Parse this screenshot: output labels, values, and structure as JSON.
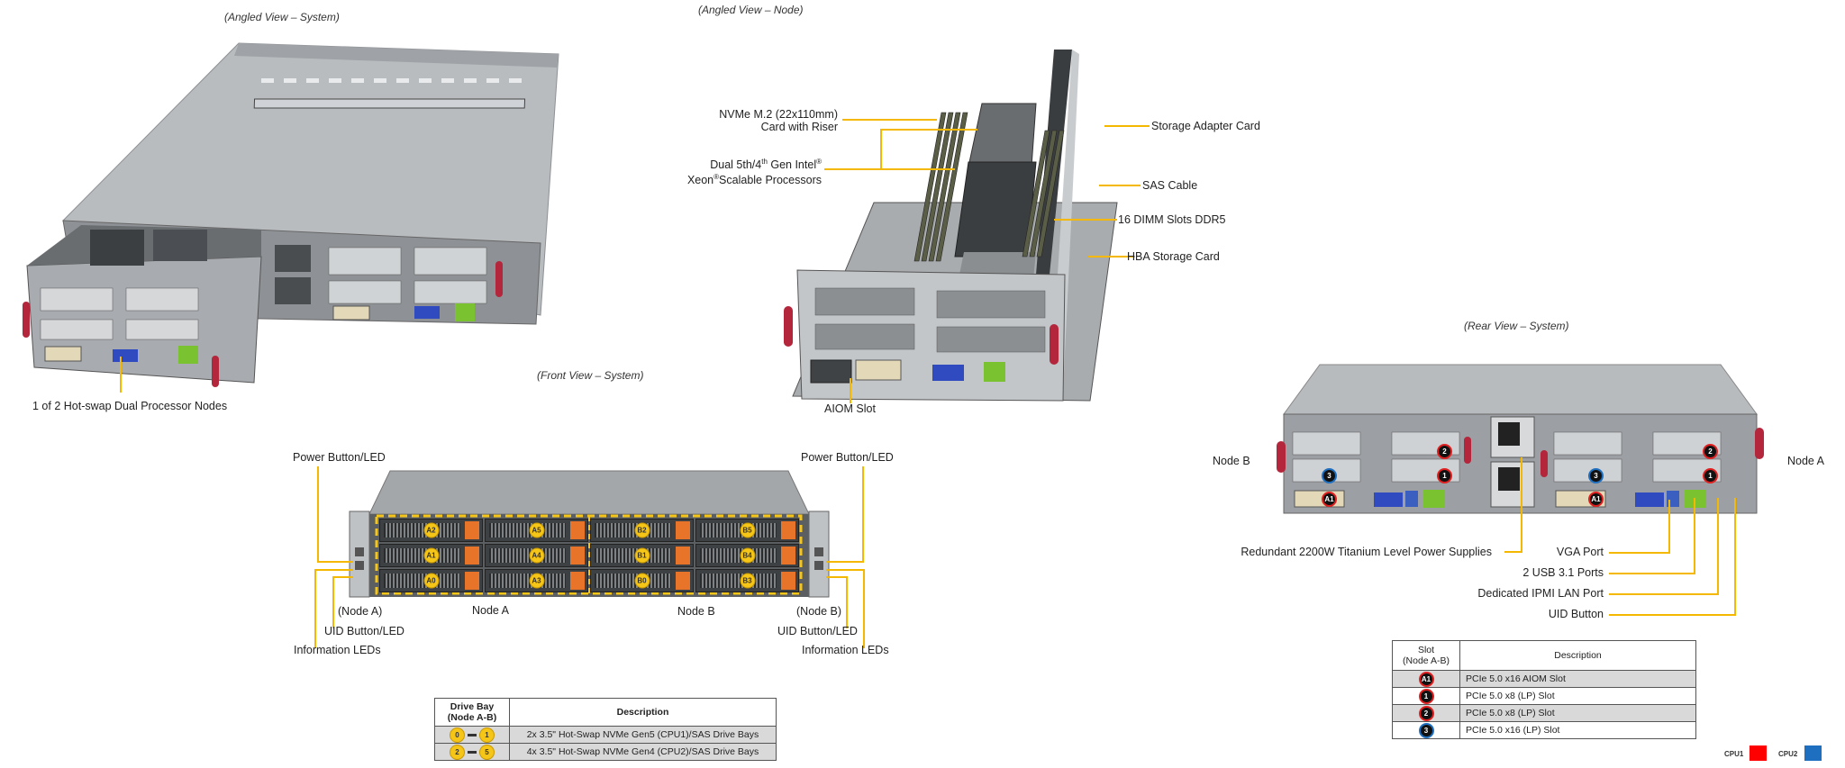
{
  "captions": {
    "angled_system": "(Angled View – System)",
    "angled_node": "(Angled View – Node)",
    "front_system": "(Front View – System)",
    "rear_system": "(Rear View – System)"
  },
  "angled_system": {
    "callouts": [
      "1 of 2 Hot-swap  Dual Processor Nodes"
    ]
  },
  "angled_node": {
    "callouts_left": [
      {
        "line1": "NVMe M.2 (22x110mm)",
        "line2": "Card with Riser"
      },
      {
        "line1": "Dual 5th/4",
        "line1_sup": "th",
        "line1_rest": " Gen Intel",
        "line1_sup2": "®",
        "line2a": "Xeon",
        "line2_sup": "®",
        "line2b": "Scalable Processors"
      }
    ],
    "callouts_right": [
      "Storage Adapter Card",
      "SAS Cable",
      "16 DIMM  Slots DDR5",
      "HBA Storage Card"
    ],
    "callout_bottom": "AIOM  Slot"
  },
  "front_system": {
    "left": {
      "power": "Power Button/LED",
      "node": "(Node A)",
      "uid": "UID Button/LED",
      "info": "Information  LEDs"
    },
    "right": {
      "power": "Power Button/LED",
      "node": "(Node B)",
      "uid": "UID Button/LED",
      "info": "Information  LEDs"
    },
    "node_labels": [
      "Node A",
      "Node B"
    ],
    "bays": [
      [
        "A2",
        "A5",
        "B2",
        "B5"
      ],
      [
        "A1",
        "A4",
        "B1",
        "B4"
      ],
      [
        "A0",
        "A3",
        "B0",
        "B3"
      ]
    ]
  },
  "drive_table": {
    "headers": [
      "Drive Bay\n(Node A-B)",
      "Description"
    ],
    "header_line1": "Drive Bay",
    "header_line2": "(Node A-B)",
    "header_desc": "Description",
    "rows": [
      {
        "from": "0",
        "to": "1",
        "desc": "2x 3.5\" Hot-Swap  NVMe  Gen5  (CPU1)/SAS  Drive  Bays"
      },
      {
        "from": "2",
        "to": "5",
        "desc": "4x 3.5\" Hot-Swap  NVMe  Gen4  (CPU2)/SAS  Drive  Bays"
      }
    ]
  },
  "rear_system": {
    "node_left": "Node B",
    "node_right": "Node A",
    "callouts": {
      "psu": "Redundant  2200W Titanium  Level Power Supplies",
      "vga": "VGA Port",
      "usb": "2 USB 3.1 Ports",
      "ipmi": "Dedicated IPMI  LAN Port",
      "uid": "UID  Button"
    },
    "slot_badges": [
      "2",
      "1",
      "3",
      "A1"
    ]
  },
  "slot_table": {
    "header_line1": "Slot",
    "header_line2": "(Node  A-B)",
    "header_desc": "Description",
    "rows": [
      {
        "slot": "A1",
        "cpu": "CPU1",
        "desc": "PCIe 5.0 x16 AIOM Slot"
      },
      {
        "slot": "1",
        "cpu": "CPU1",
        "desc": "PCIe 5.0 x8 (LP) Slot"
      },
      {
        "slot": "2",
        "cpu": "CPU1",
        "desc": "PCIe 5.0 x8 (LP) Slot"
      },
      {
        "slot": "3",
        "cpu": "CPU2",
        "desc": "PCIe 5.0 x16 (LP) Slot"
      }
    ]
  },
  "legend": [
    {
      "label": "CPU1",
      "color": "#ff0000"
    },
    {
      "label": "CPU2",
      "color": "#1f6fc0"
    }
  ],
  "colors": {
    "callout_line": "#f5b800",
    "drive_badge": "#f5c518",
    "drive_tab": "#e8742a",
    "cpu1": "#ff0000",
    "cpu2": "#1f6fc0"
  }
}
